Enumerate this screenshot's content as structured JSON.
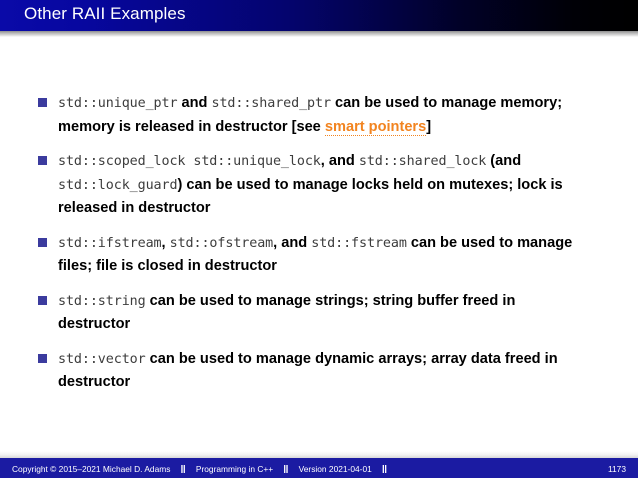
{
  "slide": {
    "title": "Other RAII Examples",
    "bullets": [
      {
        "id": "smart-pointers",
        "parts": [
          {
            "t": "code",
            "s": "std::unique_ptr"
          },
          {
            "t": "text",
            "s": " and "
          },
          {
            "t": "code",
            "s": "std::shared_ptr"
          },
          {
            "t": "text",
            "s": " can be used to manage memory; memory is released in destructor [see "
          },
          {
            "t": "link",
            "s": "smart pointers"
          },
          {
            "t": "text",
            "s": "]"
          }
        ]
      },
      {
        "id": "locks",
        "parts": [
          {
            "t": "code",
            "s": "std::scoped_lock std::unique_lock"
          },
          {
            "t": "text",
            "s": ", and "
          },
          {
            "t": "code",
            "s": "std::shared_lock"
          },
          {
            "t": "text",
            "s": " (and "
          },
          {
            "t": "code",
            "s": "std::lock_guard"
          },
          {
            "t": "text",
            "s": ") can be used to manage locks held on mutexes; lock is released in destructor"
          }
        ]
      },
      {
        "id": "streams",
        "parts": [
          {
            "t": "code",
            "s": "std::ifstream"
          },
          {
            "t": "text",
            "s": ", "
          },
          {
            "t": "code",
            "s": "std::ofstream"
          },
          {
            "t": "text",
            "s": ", and "
          },
          {
            "t": "code",
            "s": "std::fstream"
          },
          {
            "t": "text",
            "s": " can be used to manage files; file is closed in destructor"
          }
        ]
      },
      {
        "id": "string",
        "parts": [
          {
            "t": "code",
            "s": "std::string"
          },
          {
            "t": "text",
            "s": " can be used to manage strings; string buffer freed in destructor"
          }
        ]
      },
      {
        "id": "vector",
        "parts": [
          {
            "t": "code",
            "s": "std::vector"
          },
          {
            "t": "text",
            "s": " can be used to manage dynamic arrays; array data freed in destructor"
          }
        ]
      }
    ]
  },
  "footer": {
    "copyright": "Copyright © 2015–2021 Michael D. Adams",
    "course": "Programming in C++",
    "version": "Version 2021-04-01",
    "separator": "‖",
    "page": "1173"
  },
  "colors": {
    "title_bar_blue": "#0a0aa8",
    "footer_blue": "#1b1ba2",
    "bullet_marker": "#3b3b9e",
    "code_text": "#3d3d3d",
    "link_orange": "#f28420"
  }
}
